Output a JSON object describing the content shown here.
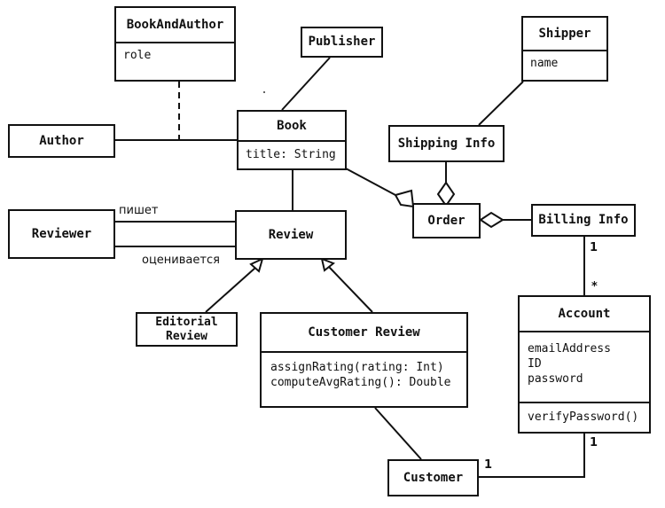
{
  "classes": {
    "book_and_author": {
      "name": "BookAndAuthor",
      "attributes": [
        "role"
      ]
    },
    "publisher": {
      "name": "Publisher"
    },
    "shipper": {
      "name": "Shipper",
      "attributes": [
        "name"
      ]
    },
    "author": {
      "name": "Author"
    },
    "book": {
      "name": "Book",
      "attributes": [
        "title: String"
      ]
    },
    "shipping_info": {
      "name": "Shipping Info"
    },
    "reviewer": {
      "name": "Reviewer"
    },
    "review": {
      "name": "Review"
    },
    "order": {
      "name": "Order"
    },
    "billing_info": {
      "name": "Billing Info"
    },
    "editorial_review": {
      "name_line1": "Editorial",
      "name_line2": "Review"
    },
    "customer_review": {
      "name": "Customer Review",
      "operations": [
        "assignRating(rating: Int)",
        "computeAvgRating(): Double"
      ]
    },
    "account": {
      "name": "Account",
      "attributes": [
        "emailAddress",
        "ID",
        "password"
      ],
      "operations": [
        "verifyPassword()"
      ]
    },
    "customer": {
      "name": "Customer"
    }
  },
  "labels": {
    "writes": "пишет",
    "is_rated": "оценивается"
  },
  "multiplicities": {
    "billing_to_account_billing_end": "1",
    "billing_to_account_account_end": "*",
    "account_to_customer_account_end": "1",
    "account_to_customer_customer_end": "1"
  }
}
